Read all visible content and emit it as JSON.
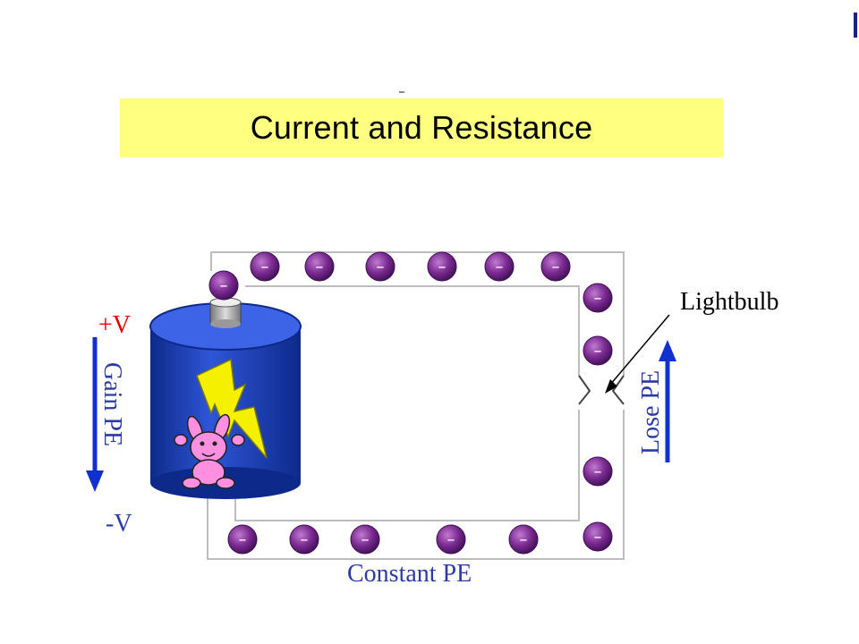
{
  "slide": {
    "title": "Current and Resistance"
  },
  "labels": {
    "positive_terminal": "+V",
    "negative_terminal": "-V",
    "gain": "Gain PE",
    "lose": "Lose PE",
    "constant": "Constant PE",
    "lightbulb": "Lightbulb"
  },
  "charge_symbol": "–",
  "colors": {
    "title_bg": "#ffff80",
    "label_red": "#e00000",
    "label_blue": "#2a3aa8",
    "arrow_blue": "#1030d0",
    "electron": "#7a2a90",
    "battery": "#1f3fbf",
    "bolt": "#f5f000",
    "bunny": "#ff90e0",
    "wire": "#b8b8b8"
  },
  "icons": [
    "battery-icon",
    "lightning-bolt-icon",
    "bunny-icon",
    "electron-icon",
    "arrow-down-icon",
    "arrow-up-icon"
  ]
}
